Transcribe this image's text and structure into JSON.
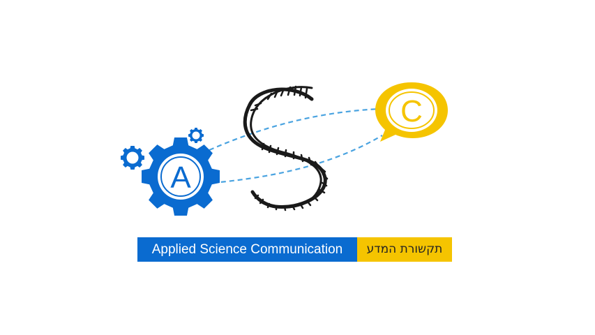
{
  "logo": {
    "letters": {
      "a": "A",
      "s": "S",
      "c": "C"
    },
    "icons": {
      "gear_large": "gear-icon",
      "gear_small": "gear-icon",
      "speech_bubble": "speech-bubble-icon",
      "dna": "dna-helix-icon"
    }
  },
  "banner": {
    "english": "Applied Science Communication",
    "hebrew": "תקשורת המדע"
  },
  "colors": {
    "blue": "#0a6bd0",
    "yellow": "#f5c400",
    "dashed_line": "#4aa3e0",
    "helix": "#1a1a1a"
  }
}
